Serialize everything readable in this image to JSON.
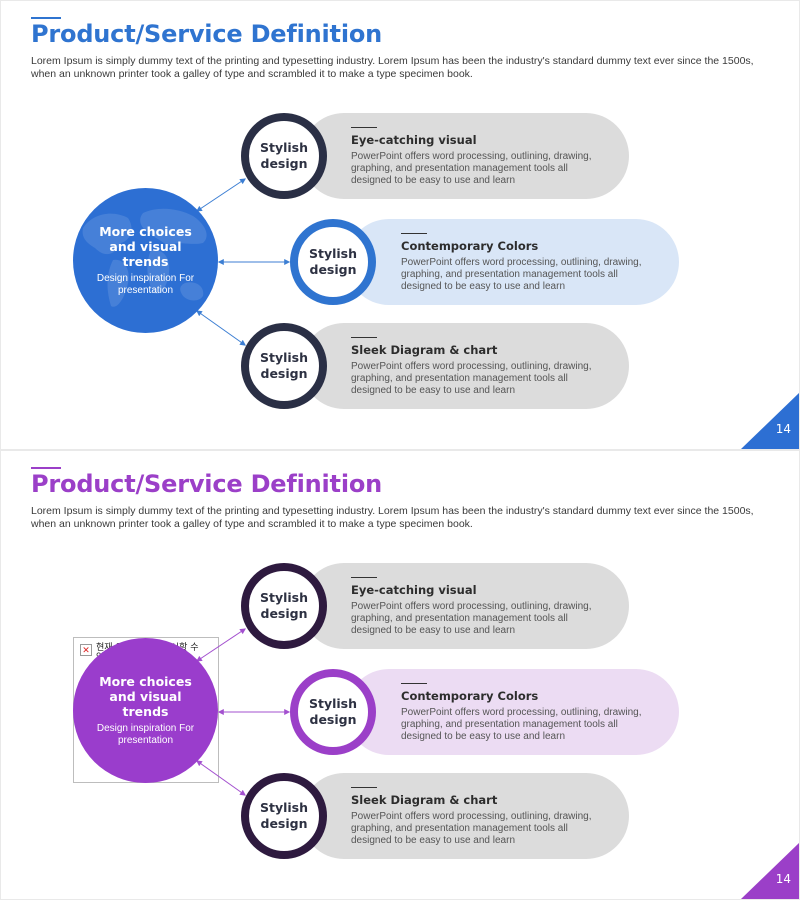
{
  "slides": [
    {
      "theme": {
        "accent": "#2f74d0",
        "hub": "#2d6fd3",
        "ring_outer": "#2a2f45",
        "ring_middle": "#2f74d0",
        "pill_gray": "#dcdcdc",
        "pill_tint": "#d9e6f7",
        "arrow": "#3c7ed3"
      },
      "title": "Product/Service Definition",
      "description": "Lorem Ipsum is simply dummy text of the printing and typesetting industry. Lorem Ipsum has been the industry's standard dummy text ever since the 1500s, when an unknown printer took a galley of type and scrambled it to make a type specimen book.",
      "hub": {
        "title": "More choices and visual trends",
        "subtitle": "Design inspiration For presentation"
      },
      "items": [
        {
          "ring_label": "Stylish design",
          "heading": "Eye-catching visual",
          "body": "PowerPoint offers word processing, outlining, drawing, graphing, and presentation management tools all designed to be easy to use and learn"
        },
        {
          "ring_label": "Stylish design",
          "heading": "Contemporary Colors",
          "body": "PowerPoint offers word processing, outlining, drawing, graphing, and presentation management tools all designed to be easy to use and learn"
        },
        {
          "ring_label": "Stylish design",
          "heading": "Sleek Diagram & chart",
          "body": "PowerPoint offers word processing, outlining, drawing, graphing, and presentation management tools all designed to be easy to use and learn"
        }
      ],
      "page_number": "14"
    },
    {
      "theme": {
        "accent": "#9b3fc8",
        "hub": "#9a3dcc",
        "ring_outer": "#2e1a3f",
        "ring_middle": "#9b3fc8",
        "pill_gray": "#dcdcdc",
        "pill_tint": "#ecdcf3",
        "arrow": "#a350cf"
      },
      "title": "Product/Service Definition",
      "description": "Lorem Ipsum is simply dummy text of the printing and typesetting industry. Lorem Ipsum has been the industry's standard dummy text ever since the 1500s, when an unknown printer took a galley of type and scrambled it to make a type specimen book.",
      "broken_image_text": "현재 이 이미지를 표시할 수 없습니다.",
      "hub": {
        "title": "More choices and visual trends",
        "subtitle": "Design inspiration For presentation"
      },
      "items": [
        {
          "ring_label": "Stylish design",
          "heading": "Eye-catching visual",
          "body": "PowerPoint offers word processing, outlining, drawing, graphing, and presentation management tools all designed to be easy to use and learn"
        },
        {
          "ring_label": "Stylish design",
          "heading": "Contemporary Colors",
          "body": "PowerPoint offers word processing, outlining, drawing, graphing, and presentation management tools all designed to be easy to use and learn"
        },
        {
          "ring_label": "Stylish design",
          "heading": "Sleek Diagram & chart",
          "body": "PowerPoint offers word processing, outlining, drawing, graphing, and presentation management tools all designed to be easy to use and learn"
        }
      ],
      "page_number": "14"
    }
  ]
}
